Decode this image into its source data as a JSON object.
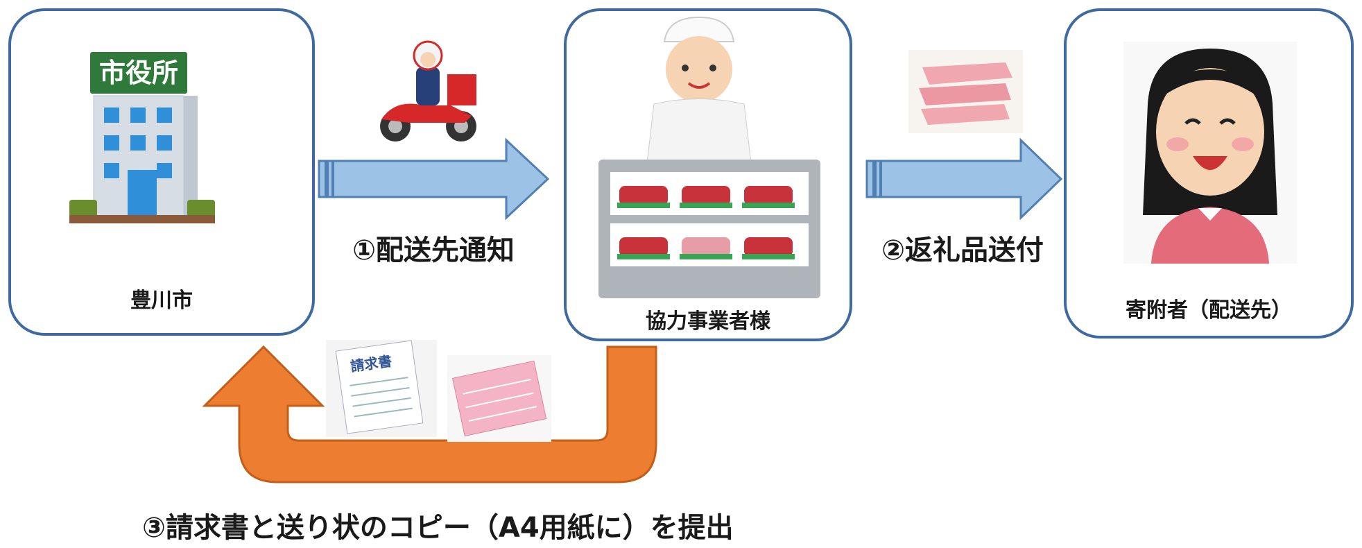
{
  "nodes": {
    "city": {
      "label": "豊川市",
      "sign": "市役所"
    },
    "supplier": {
      "label": "協力事業者様"
    },
    "donor": {
      "label": "寄附者（配送先）"
    }
  },
  "steps": {
    "step1": "①配送先通知",
    "step2": "②返礼品送付",
    "step3": "③請求書と送り状のコピー（A4用紙に）を提出"
  },
  "doc": {
    "invoice_title": "請求書"
  },
  "icons": [
    "city-hall-icon",
    "delivery-scooter-icon",
    "butcher-counter-icon",
    "meat-pack-icon",
    "woman-smiling-icon",
    "invoice-icon",
    "shipping-label-icon"
  ],
  "colors": {
    "box_border": "#3f6aa0",
    "blue_arrow": "#9cc3e6",
    "orange_arrow": "#ed7d31"
  }
}
